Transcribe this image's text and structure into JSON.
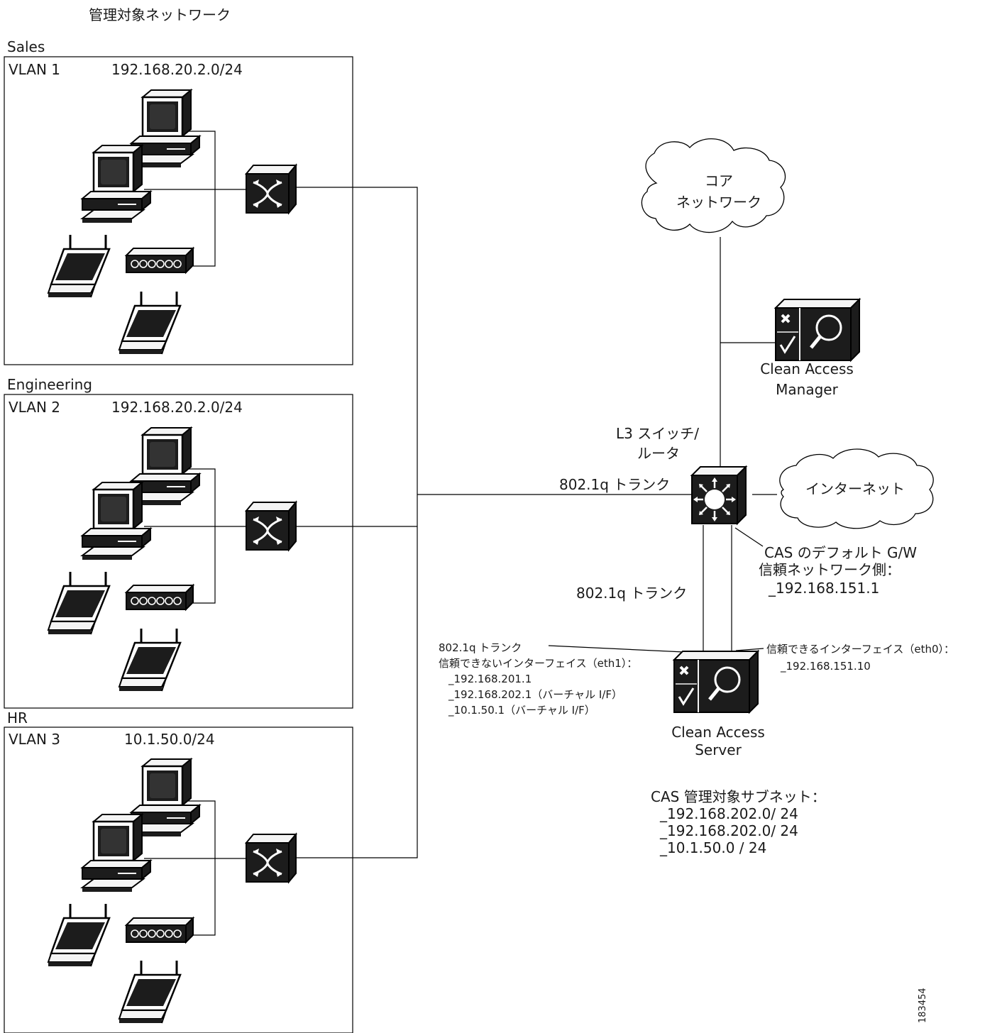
{
  "title": "管理対象ネットワーク",
  "vlans": [
    {
      "group": "Sales",
      "vlan": "VLAN 1",
      "subnet": "192.168.20.2.0/24"
    },
    {
      "group": "Engineering",
      "vlan": "VLAN 2",
      "subnet": "192.168.20.2.0/24"
    },
    {
      "group": "HR",
      "vlan": "VLAN 3",
      "subnet": "10.1.50.0/24"
    }
  ],
  "core_cloud": {
    "line1": "コア",
    "line2": "ネットワーク"
  },
  "internet_cloud": {
    "label": "インターネット"
  },
  "cam": {
    "line1": "Clean Access",
    "line2": "Manager"
  },
  "l3": {
    "line1": "L3 スイッチ/",
    "line2": "ルータ"
  },
  "trunk_label": "802.1q トランク",
  "trunk_label_2": "802.1q トランク",
  "gateway": {
    "line1": "CAS のデフォルト G/W",
    "line2": "信頼ネットワーク側：",
    "line3": "_192.168.151.1"
  },
  "untrusted": {
    "line1": "802.1q トランク",
    "line2": "信頼できないインターフェイス（eth1）：",
    "line3": "_192.168.201.1",
    "line4": "_192.168.202.1（バーチャル I/F）",
    "line5": "_10.1.50.1（バーチャル I/F）"
  },
  "trusted": {
    "line1": "信頼できるインターフェイス（eth0）：",
    "line2": "_192.168.151.10"
  },
  "cas": {
    "line1": "Clean Access",
    "line2": "Server"
  },
  "managed_subnets": {
    "title": "CAS 管理対象サブネット：",
    "items": [
      "_192.168.202.0/ 24",
      "_192.168.202.0/ 24",
      "_10.1.50.0 / 24"
    ]
  },
  "figure_id": "183454"
}
